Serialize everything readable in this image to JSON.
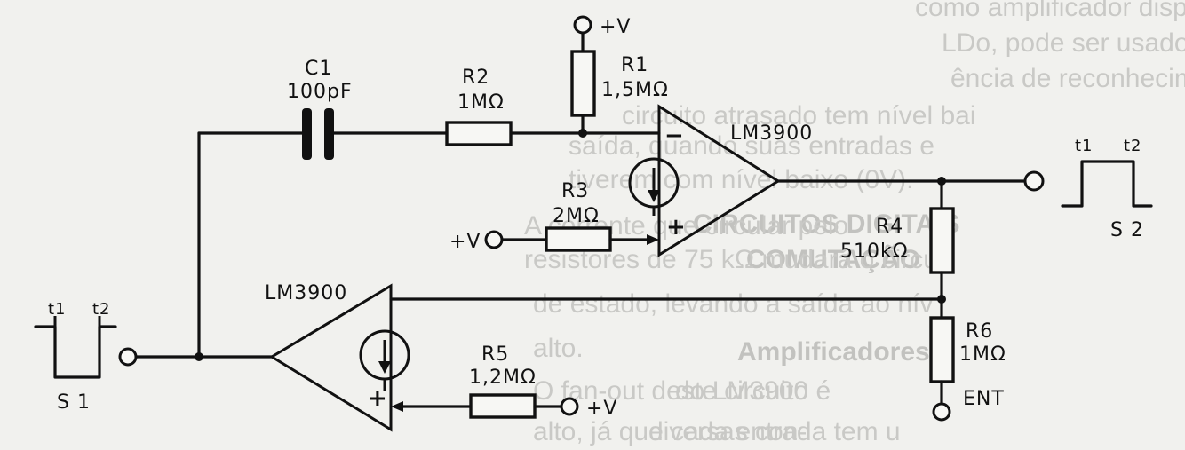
{
  "background_text": [
    "como amplificador disponível a",
    "LDo, pode ser usado para aumen",
    "ência de reconhecimento do sin",
    "circuito atrasado tem nível bai",
    "saída, quando suas entradas e",
    "tiverem com nível baixo (0V).",
    "CIRCUITOS DIGITAIS",
    "COMUTAÇÃO",
    "A corrente que circular pelo",
    "resistores de 75 kΩ mudará o circuit",
    "de estado, levando a saída ao nív",
    "Amplificadores",
    "alto.",
    "do LM3900",
    "O fan-out deste circuito é",
    "diversas con-",
    "alto, já que cada entrada tem u"
  ],
  "components": {
    "c1": {
      "name": "C1",
      "value": "100pF"
    },
    "r1": {
      "name": "R1",
      "value": "1,5MΩ"
    },
    "r2": {
      "name": "R2",
      "value": "1MΩ"
    },
    "r3": {
      "name": "R3",
      "value": "2MΩ"
    },
    "r4": {
      "name": "R4",
      "value": "510kΩ"
    },
    "r5": {
      "name": "R5",
      "value": "1,2MΩ"
    },
    "r6": {
      "name": "R6",
      "value": "1MΩ"
    },
    "ic_top": "LM3900",
    "ic_bottom": "LM3900"
  },
  "supply": {
    "v_top": "+V",
    "v_r3": "+V",
    "v_r5": "+V"
  },
  "inputs": {
    "ent": "ENT"
  },
  "signs": {
    "minus": "−",
    "plus": "+"
  },
  "waveforms": {
    "s1": {
      "label": "S 1",
      "t1": "t1",
      "t2": "t2"
    },
    "s2": {
      "label": "S 2",
      "t1": "t1",
      "t2": "t2"
    }
  }
}
